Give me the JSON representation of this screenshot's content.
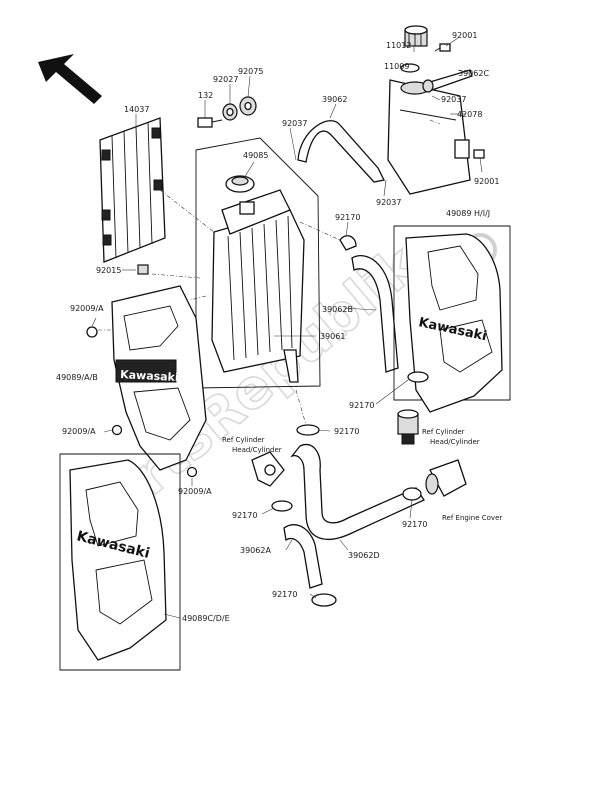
{
  "watermark": "PartsRepublik",
  "brand_text": "Kawasaki",
  "colors": {
    "ink": "#111111",
    "background": "#ffffff",
    "watermark": "#d9d9d9"
  },
  "icons": {
    "direction_arrow": "front-direction-arrow-icon",
    "watermark_gear": "gear-icon"
  },
  "labels": {
    "p11012": "11012",
    "p92001_top": "92001",
    "p11009": "11009",
    "p39062C": "39062C",
    "p92027": "92027",
    "p92075": "92075",
    "p132": "132",
    "p14037": "14037",
    "p39062": "39062",
    "p92037_top": "92037",
    "p42078": "42078",
    "p92037_mid": "92037",
    "p49085": "49085",
    "p92001_right": "92001",
    "p92037_bot": "92037",
    "p49089HIJ": "49089 H/I/J",
    "p92170_a": "92170",
    "p92015": "92015",
    "p39062B": "39062B",
    "p92009A_top": "92009/A",
    "p39061": "39061",
    "p49089AB": "49089/A/B",
    "p92170_b": "92170",
    "p92170_c": "92170",
    "p92009A_mid": "92009/A",
    "ref_cyl_head_left_1": "Ref Cylinder",
    "ref_cyl_head_left_2": "Head/Cylinder",
    "ref_cyl_head_right_1": "Ref Cylinder",
    "ref_cyl_head_right_2": "Head/Cylinder",
    "p92009A_bot": "92009/A",
    "p92170_d": "92170",
    "p92170_e": "92170",
    "ref_engine_cover": "Ref Engine Cover",
    "p39062A": "39062A",
    "p39062D": "39062D",
    "p92170_f": "92170",
    "p49089CDE": "49089C/D/E"
  }
}
